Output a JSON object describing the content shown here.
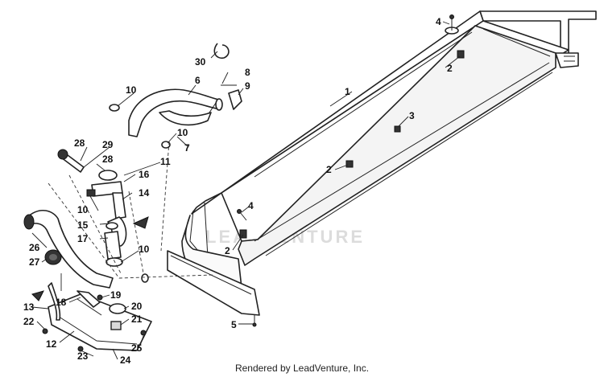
{
  "watermark": "LEADVENTURE",
  "footer": "Rendered by LeadVenture, Inc.",
  "callouts": {
    "c1": "1",
    "c2a": "2",
    "c2b": "2",
    "c2c": "2",
    "c3": "3",
    "c4a": "4",
    "c4b": "4",
    "c5": "5",
    "c6": "6",
    "c7": "7",
    "c8": "8",
    "c9": "9",
    "c10a": "10",
    "c10b": "10",
    "c10c": "10",
    "c10d": "10",
    "c11": "11",
    "c12": "12",
    "c13": "13",
    "c14": "14",
    "c15": "15",
    "c16": "16",
    "c17": "17",
    "c18": "18",
    "c19": "19",
    "c20": "20",
    "c21": "21",
    "c22": "22",
    "c23": "23",
    "c24": "24",
    "c25": "25",
    "c26": "26",
    "c27": "27",
    "c28a": "28",
    "c28b": "28",
    "c29": "29",
    "c30": "30"
  }
}
